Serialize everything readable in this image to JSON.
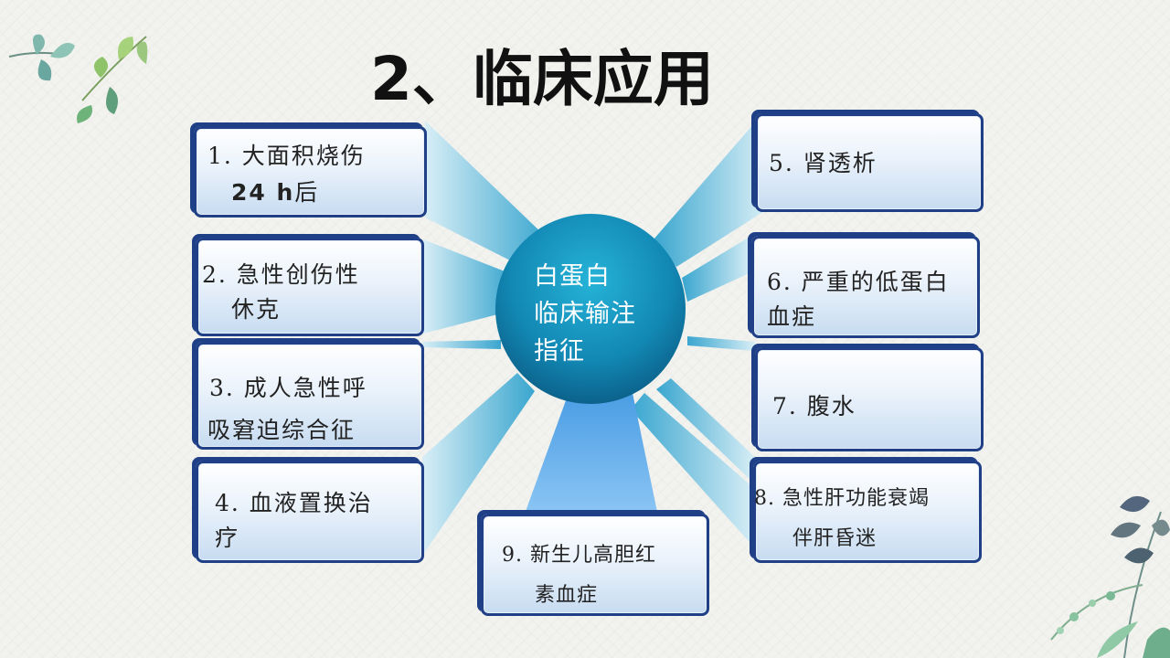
{
  "title": "2、临床应用",
  "center": {
    "lines": [
      "白蛋白",
      "临床输注",
      "指征"
    ]
  },
  "items": [
    {
      "id": 1,
      "line1": "1. 大面积烧伤",
      "line2_bold": "24 h",
      "line2_rest": "后"
    },
    {
      "id": 2,
      "line1": "2. 急性创伤性",
      "line2": "休克"
    },
    {
      "id": 3,
      "line1": "3. 成人急性呼",
      "line2": "吸窘迫综合征"
    },
    {
      "id": 4,
      "line1": "4. 血液置换治",
      "line2": "疗"
    },
    {
      "id": 5,
      "line1": "5. 肾透析"
    },
    {
      "id": 6,
      "line1": "6. 严重的低蛋白",
      "line2": "血症"
    },
    {
      "id": 7,
      "line1": "7. 腹水"
    },
    {
      "id": 8,
      "line1": "8. 急性肝功能衰竭",
      "line2": "伴肝昏迷"
    },
    {
      "id": 9,
      "line1": "9. 新生儿高胆红",
      "line2": "素血症"
    }
  ],
  "colors": {
    "circle_top": "#1ba2c9",
    "circle_bottom": "#0a5f86",
    "spoke": "#4fb4d6",
    "box_border": "#1f3f86",
    "bottom_spoke": "#7dbcef"
  }
}
